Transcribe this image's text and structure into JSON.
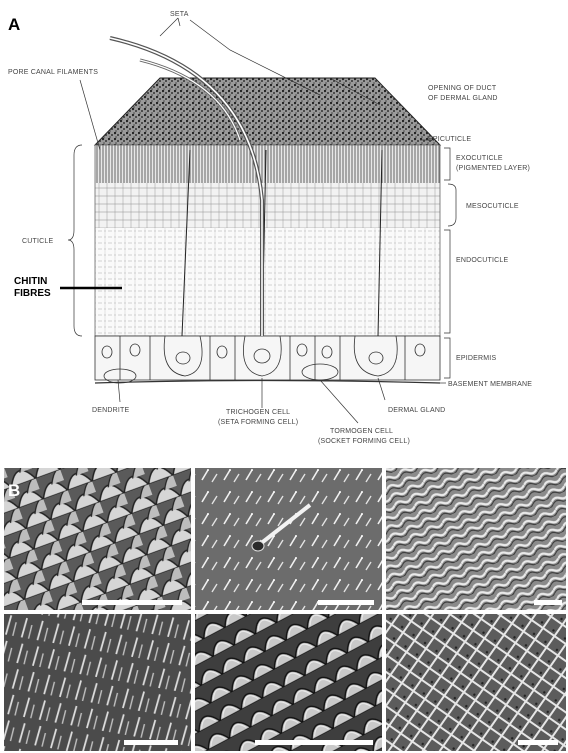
{
  "panel_a": {
    "letter": "A",
    "labels": {
      "seta": "SETA",
      "pore_canal": "PORE CANAL FILAMENTS",
      "opening_duct": [
        "OPENING OF DUCT",
        "OF DERMAL GLAND"
      ],
      "epicuticle": "EPICUTICLE",
      "exocuticle": [
        "EXOCUTICLE",
        "(PIGMENTED LAYER)"
      ],
      "mesocuticle": "MESOCUTICLE",
      "endocuticle": "ENDOCUTICLE",
      "cuticle": "CUTICLE",
      "chitin": [
        "CHITIN",
        "FIBRES"
      ],
      "epidermis": "EPIDERMIS",
      "basement": "BASEMENT MEMBRANE",
      "dendrite": "DENDRITE",
      "trichogen": [
        "TRICHOGEN CELL",
        "(SETA FORMING CELL)"
      ],
      "dermal_gland": "DERMAL GLAND",
      "tormogen": [
        "TORMOGEN CELL",
        "(SOCKET FORMING CELL)"
      ]
    }
  },
  "panel_b": {
    "letter": "B",
    "micrographs": [
      {
        "name": "overlapping-scales",
        "texture": "scales"
      },
      {
        "name": "seta-with-spines",
        "texture": "spines"
      },
      {
        "name": "wavy-ridges",
        "texture": "ridges"
      },
      {
        "name": "hair-cluster",
        "texture": "hairs"
      },
      {
        "name": "scale-rows",
        "texture": "scales2"
      },
      {
        "name": "reticulate-surface",
        "texture": "reticulate"
      }
    ]
  }
}
